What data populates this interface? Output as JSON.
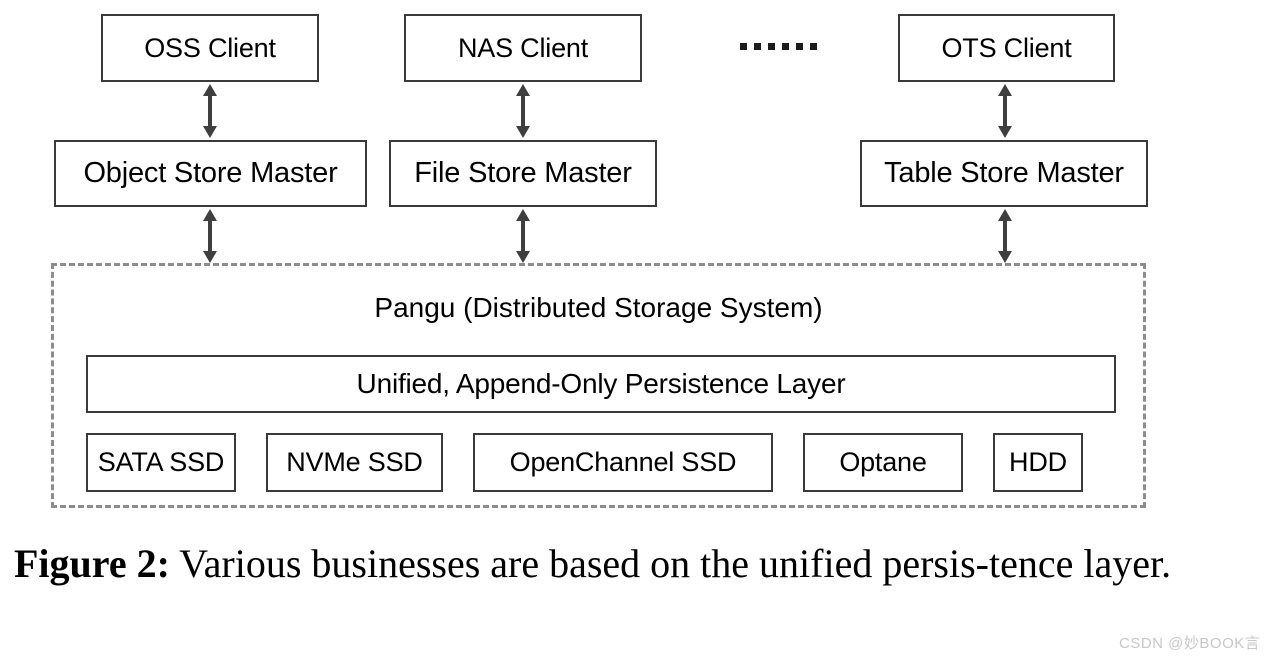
{
  "figure": {
    "caption_label": "Figure 2:",
    "caption_text": " Various businesses are based on the unified persis-tence layer.",
    "watermark": "CSDN @妙BOOK言"
  },
  "diagram": {
    "clients": [
      {
        "label": "OSS Client"
      },
      {
        "label": "NAS Client"
      },
      {
        "label": "OTS Client"
      }
    ],
    "ellipsis": "······",
    "masters": [
      {
        "label": "Object Store Master"
      },
      {
        "label": "File Store Master"
      },
      {
        "label": "Table Store Master"
      }
    ],
    "pangu": {
      "title": "Pangu (Distributed Storage System)",
      "persistence_layer": "Unified, Append-Only Persistence Layer",
      "devices": [
        {
          "label": "SATA SSD"
        },
        {
          "label": "NVMe SSD"
        },
        {
          "label": "OpenChannel SSD"
        },
        {
          "label": "Optane"
        },
        {
          "label": "HDD"
        }
      ]
    },
    "connector_type": "bidirectional-arrow"
  },
  "colors": {
    "box_border": "#3a3a3a",
    "dashed_border": "#8d8d8d",
    "arrow": "#3f3f3f",
    "text": "#000000",
    "background": "#ffffff",
    "watermark": "#c7c7c7"
  }
}
